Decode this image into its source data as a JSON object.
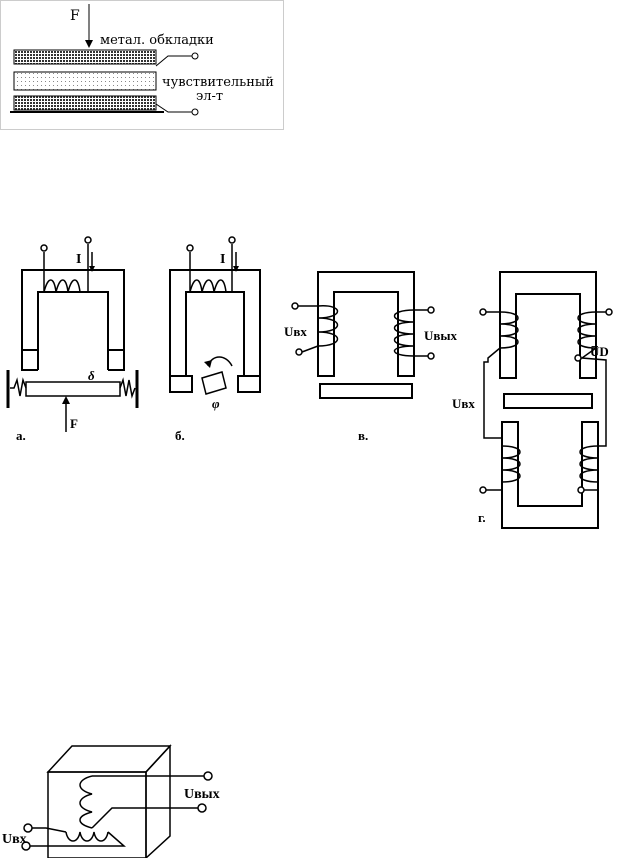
{
  "diagrams": {
    "capacitive": {
      "force_label": "F",
      "plates_label": "метал. обкладки",
      "sensitive_label_line1": "чувствительный",
      "sensitive_label_line2": "эл-т"
    },
    "inductive": {
      "a": {
        "current_label": "I",
        "gap_label": "δ",
        "force_label": "F",
        "caption": "а."
      },
      "b": {
        "current_label": "I",
        "angle_label": "φ",
        "caption": "б."
      },
      "v": {
        "input_label": "Uвх",
        "output_label": "Uвых",
        "caption": "в."
      },
      "g": {
        "input_label": "Uвх",
        "output_label": "U̅D",
        "caption": "г."
      }
    },
    "transformer_box": {
      "output_label": "Uвых",
      "input_label": "Uвх"
    }
  },
  "colors": {
    "line": "#000000",
    "frame": "#cccccc",
    "plate_fill": "#555555",
    "sensitive_fill": "#e6e6e6"
  }
}
